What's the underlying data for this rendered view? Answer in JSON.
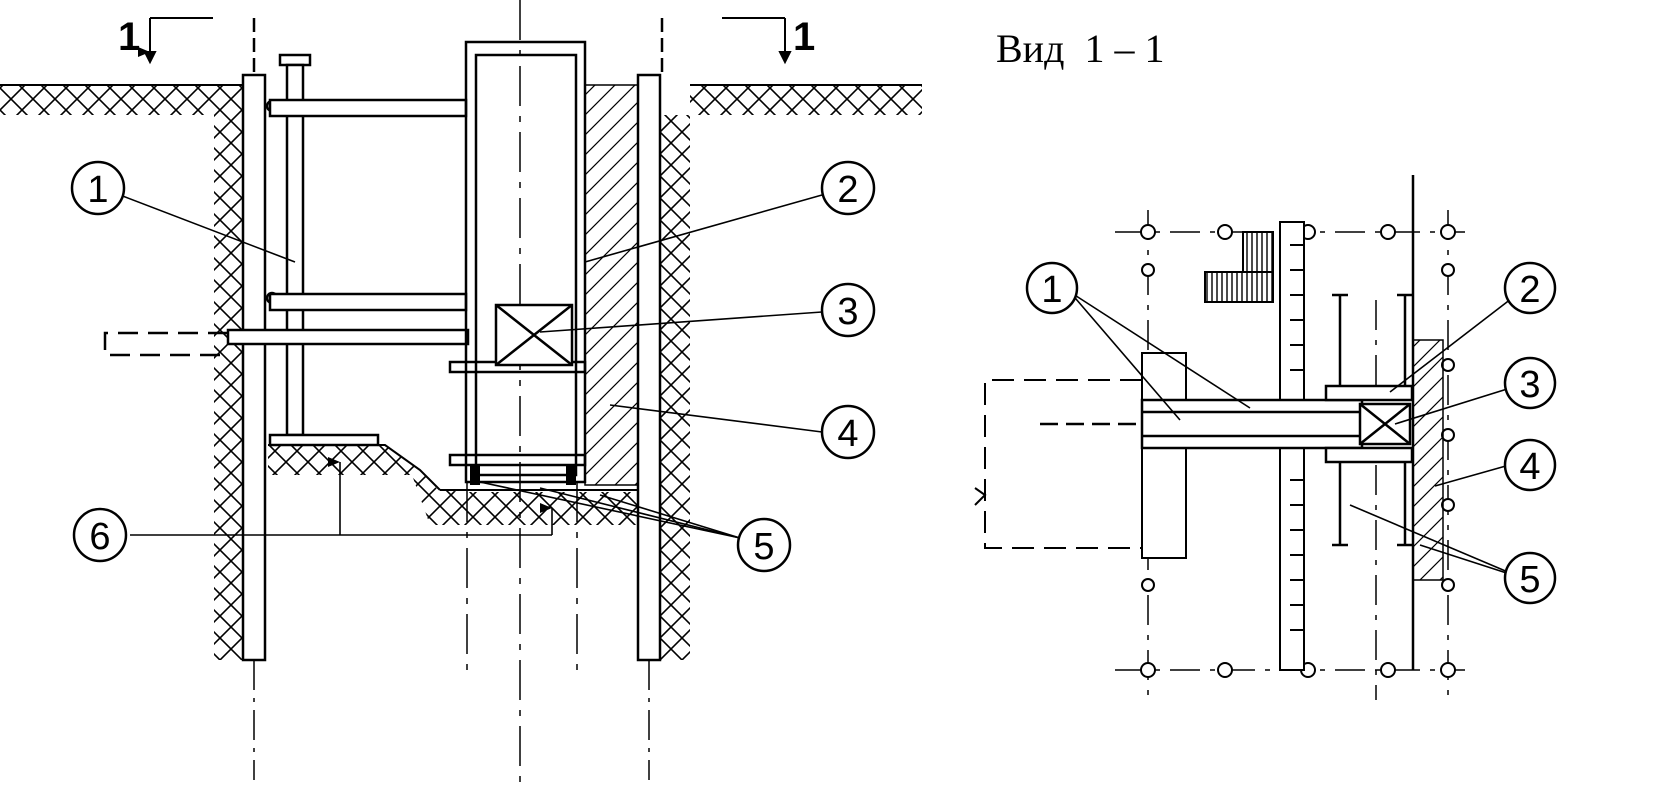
{
  "section_marks": {
    "left": "1",
    "right": "1"
  },
  "view_title": "Вид  1 – 1",
  "callouts": [
    "1",
    "2",
    "3",
    "4",
    "5",
    "6"
  ],
  "view_callouts": [
    "1",
    "2",
    "3",
    "4",
    "5"
  ],
  "colors": {
    "line": "#000000",
    "background": "#ffffff"
  }
}
